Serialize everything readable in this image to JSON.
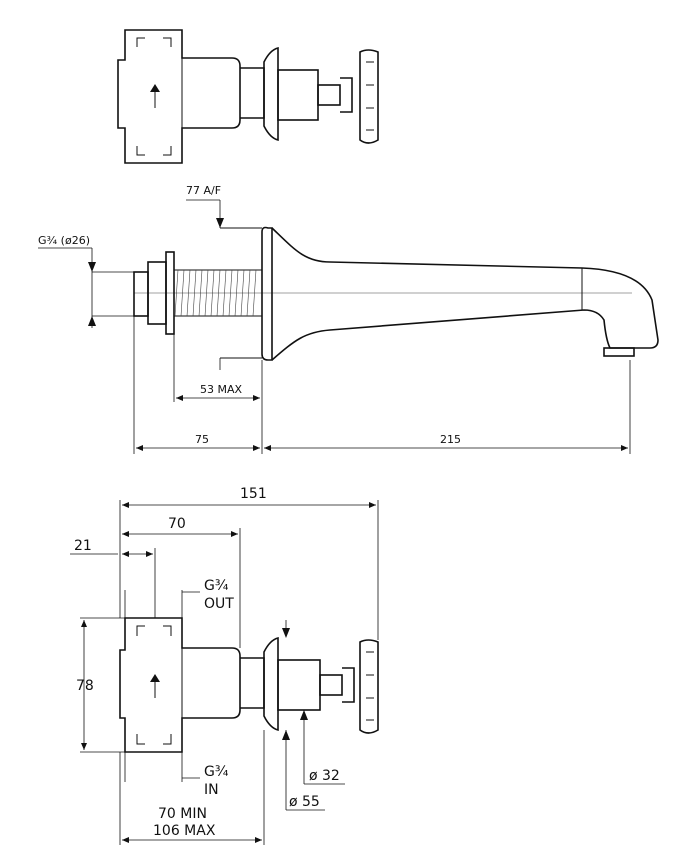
{
  "side_view": {
    "dims": {
      "af": "77 A/F",
      "thread": "G¾ (ø26)",
      "max53": "53 MAX",
      "d75": "75",
      "d215": "215"
    }
  },
  "front_view": {
    "dims": {
      "d151": "151",
      "d70": "70",
      "d21": "21",
      "d78": "78",
      "out_g": "G¾",
      "out_label": "OUT",
      "in_g": "G¾",
      "in_label": "IN",
      "d32": "ø 32",
      "d55": "ø 55",
      "min70": "70 MIN",
      "max106": "106 MAX"
    }
  }
}
